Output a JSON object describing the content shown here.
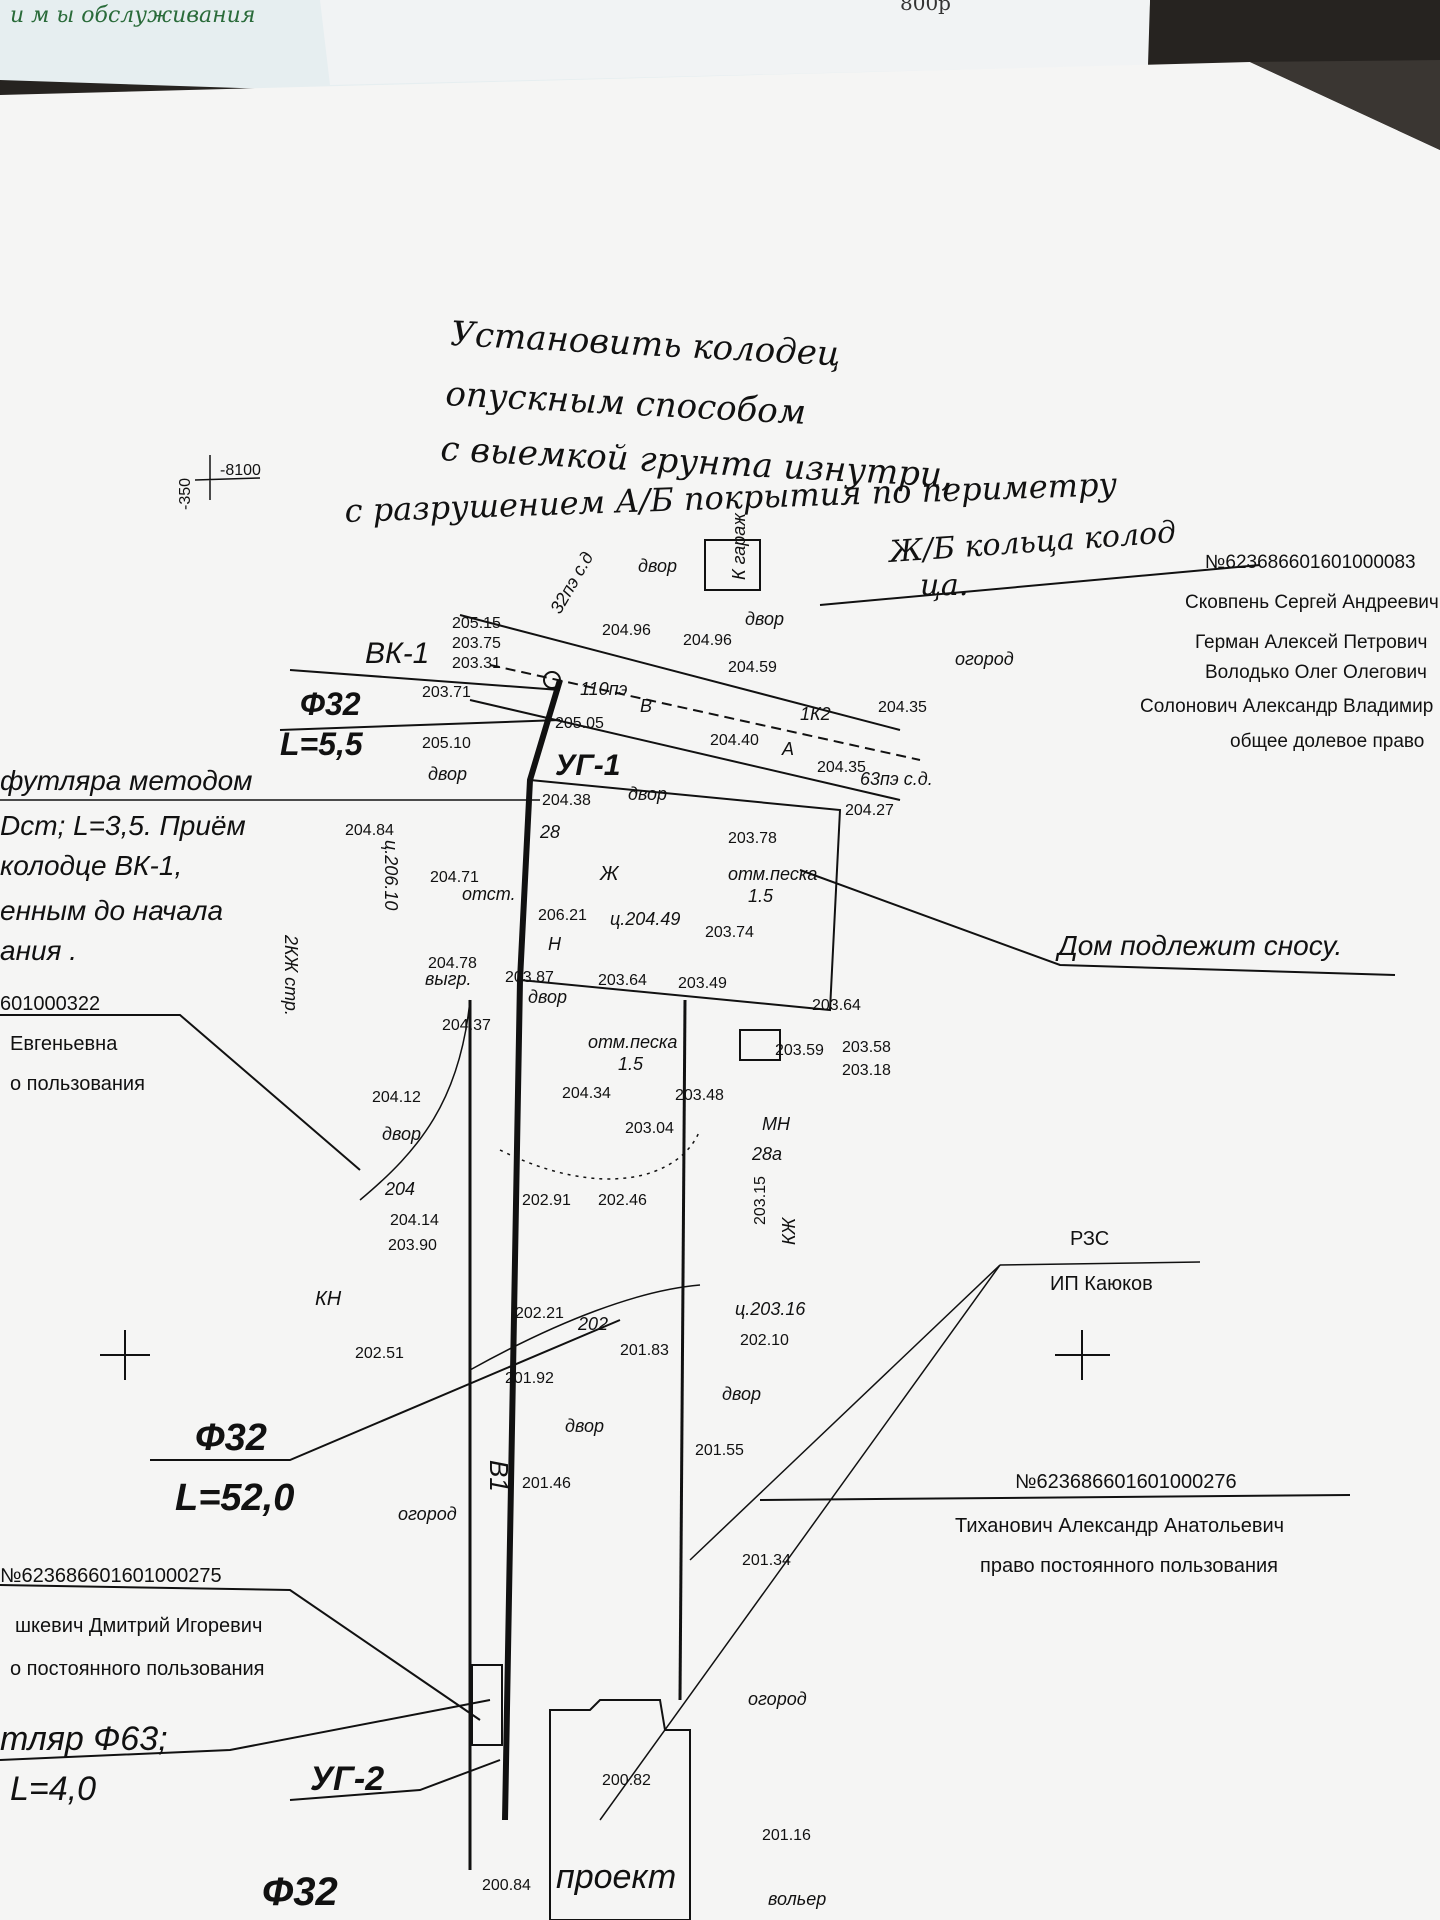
{
  "top_sheet": {
    "text_1": "и м ы  обслуживания",
    "text_2": "800р"
  },
  "handwritten_note": {
    "line1": "Установить колодец",
    "line2": "опускным способом",
    "line3": "с выемкой грунта изнутри,",
    "line4": "с разрушением А/Б покрытия по периметру",
    "line5": "Ж/Б кольца колод",
    "line6": "ца."
  },
  "scale_mark": {
    "vertical": "-350",
    "horizontal": "-8100"
  },
  "parcels": [
    {
      "number": "№623686601601000083",
      "owners": [
        "Сковпень Сергей Андреевич",
        "Герман Алексей Петрович",
        "Володько Олег Олегович",
        "Солонович Александр Владимир"
      ],
      "right": "общее долевое право"
    },
    {
      "number": "601000322",
      "owners": [
        "Евгеньевна"
      ],
      "right": "о пользования"
    },
    {
      "number": "№623686601601000276",
      "owners": [
        "Тиханович Александр Анатольевич"
      ],
      "right": "право постоянного пользования"
    },
    {
      "number": "№623686601601000275",
      "owners": [
        "шкевич Дмитрий Игоревич"
      ],
      "right": "о постоянного пользования"
    }
  ],
  "rzs": {
    "label": "РЗС",
    "name": "ИП Каюков"
  },
  "callouts": {
    "vk1": "ВК-1",
    "d32_top": "Ф32",
    "l55": "L=5,5",
    "ug1": "УГ-1",
    "ug2": "УГ-2",
    "d32_mid": "Ф32",
    "l520": "L=52,0",
    "d32_bottom": "Ф32",
    "case_line1": "тляр Ф63;",
    "case_line2": "L=4,0",
    "method_1": "футляра методом",
    "method_2": "Dст; L=3,5. Приём",
    "method_3": "колодце ВК-1,",
    "method_4": "енным до начала",
    "method_5": "ания .",
    "demolish": "Дом подлежит сносу."
  },
  "labels": {
    "dvor": "двор",
    "ogorod": "огород",
    "garage": "К гараж",
    "zh": "Ж",
    "n": "Н",
    "kn": "КН",
    "mn": "МН",
    "n28": "28",
    "n28a": "28а",
    "kzh": "КЖ",
    "kzh2": "2КЖ стр.",
    "otm_peska": "отм.песка",
    "otm_val": "1.5",
    "proekt": "проект",
    "volyer": "вольер",
    "line_v": "В",
    "line_a": "А",
    "line_1k2": "1К2",
    "otst": "отст.",
    "vygr": "выгр.",
    "c204_49": "ц.204.49",
    "c203_16": "ц.203.16",
    "c206_10": "ц.206.10",
    "pe110": "110пэ",
    "pe63": "63пэ с.д.",
    "pe32": "32пэ с.д",
    "contour_204": "204",
    "contour_202": "202",
    "b1": "В1"
  },
  "elevations": [
    "205.15",
    "203.75",
    "203.31",
    "204.96",
    "204.96",
    "204.59",
    "204.35",
    "203.71",
    "205.10",
    "205.05",
    "204.40",
    "204.35",
    "204.27",
    "204.38",
    "203.78",
    "204.84",
    "204.71",
    "206.21",
    "203.74",
    "204.78",
    "203.87",
    "203.64",
    "203.49",
    "203.64",
    "204.37",
    "203.59",
    "203.58",
    "203.18",
    "204.12",
    "204.34",
    "203.48",
    "203.04",
    "202.91",
    "202.46",
    "203.15",
    "204.14",
    "203.90",
    "202.21",
    "202.51",
    "201.92",
    "201.83",
    "202.10",
    "201.55",
    "201.46",
    "201.34",
    "200.82",
    "201.16",
    "200.84"
  ]
}
